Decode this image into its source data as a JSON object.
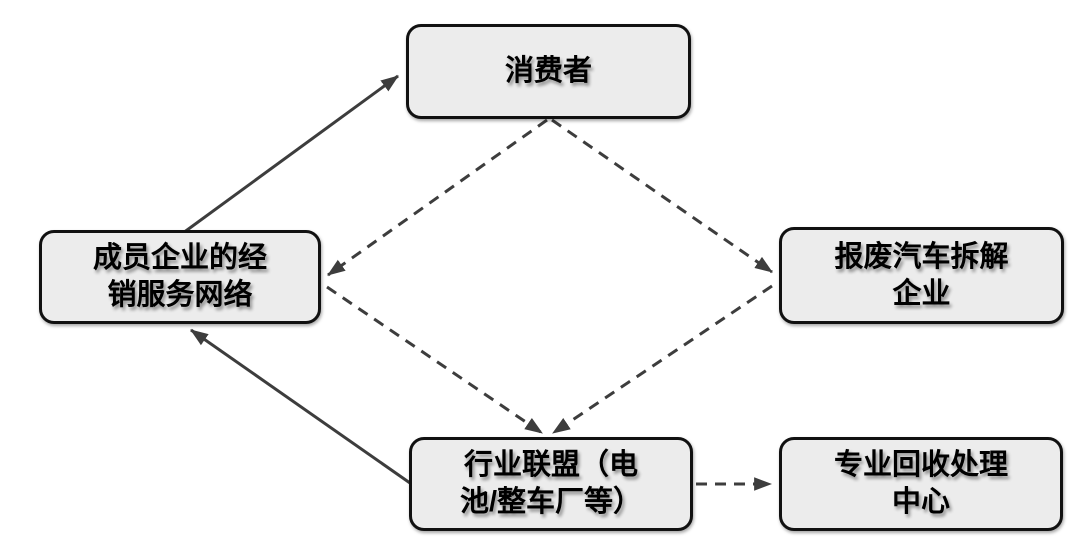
{
  "diagram": {
    "title": "",
    "colors": {
      "background": "#ffffff",
      "box_fill": "#ececec",
      "box_border": "#111111",
      "line": "#3d3d3d",
      "text": "#000000"
    },
    "nodes": {
      "consumer": {
        "label": "消费者"
      },
      "dealer_network": {
        "label": "成员企业的经\n销服务网络"
      },
      "dismantler": {
        "label": "报废汽车拆解\n企业"
      },
      "alliance": {
        "label": "行业联盟（电\n池/整车厂等）"
      },
      "recycling_center": {
        "label": "专业回收处理\n中心"
      }
    },
    "edges": [
      {
        "from": "dealer_network",
        "to": "consumer",
        "style": "solid"
      },
      {
        "from": "alliance",
        "to": "dealer_network",
        "style": "solid"
      },
      {
        "from": "consumer",
        "to": "dealer_network",
        "style": "dashed"
      },
      {
        "from": "consumer",
        "to": "dismantler",
        "style": "dashed"
      },
      {
        "from": "dealer_network",
        "to": "alliance",
        "style": "dashed"
      },
      {
        "from": "dismantler",
        "to": "alliance",
        "style": "dashed"
      },
      {
        "from": "alliance",
        "to": "recycling_center",
        "style": "dashed"
      }
    ]
  }
}
